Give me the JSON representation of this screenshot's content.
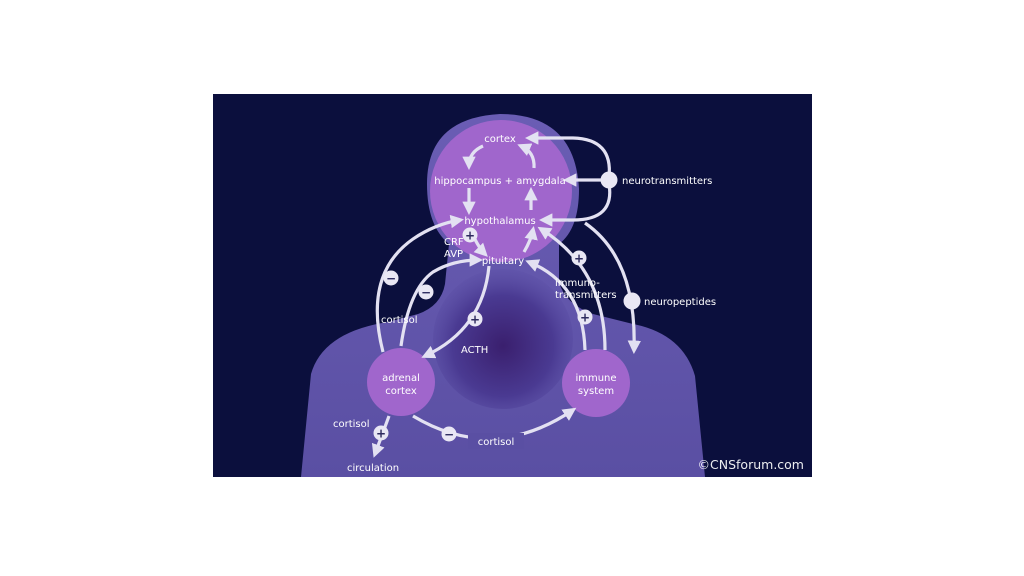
{
  "nodes": {
    "cortex": "cortex",
    "hippocampus_amygdala": "hippocampus + amygdala",
    "hypothalamus": "hypothalamus",
    "pituitary": "pituitary",
    "adrenal_cortex_line1": "adrenal",
    "adrenal_cortex_line2": "cortex",
    "immune_system_line1": "immune",
    "immune_system_line2": "system"
  },
  "labels": {
    "crf": "CRF",
    "avp": "AVP",
    "acth": "ACTH",
    "cortisol_left": "cortisol",
    "cortisol_bottom_left": "cortisol",
    "cortisol_bottom": "cortisol",
    "circulation": "circulation",
    "immuno_line1": "immuno-",
    "immuno_line2": "transmitters",
    "neurotransmitters": "neurotransmitters",
    "neuropeptides": "neuropeptides"
  },
  "signs": {
    "plus": "+",
    "minus": "−"
  },
  "credit": "©CNSforum.com",
  "colors": {
    "background": "#0b0f3d",
    "silhouette": "#5b4fa6",
    "node_fill": "#a066cc",
    "arrow": "#e3e1f2"
  }
}
